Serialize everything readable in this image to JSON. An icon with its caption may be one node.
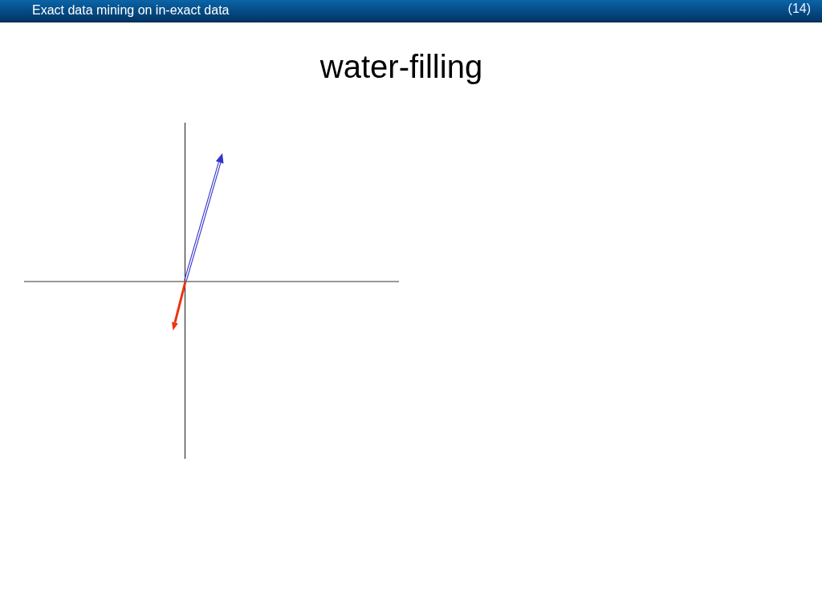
{
  "diagram": {
    "title": "water-filling",
    "labels": [
      "Exact data mining on in-exact data",
      "(14)"
    ]
  }
}
